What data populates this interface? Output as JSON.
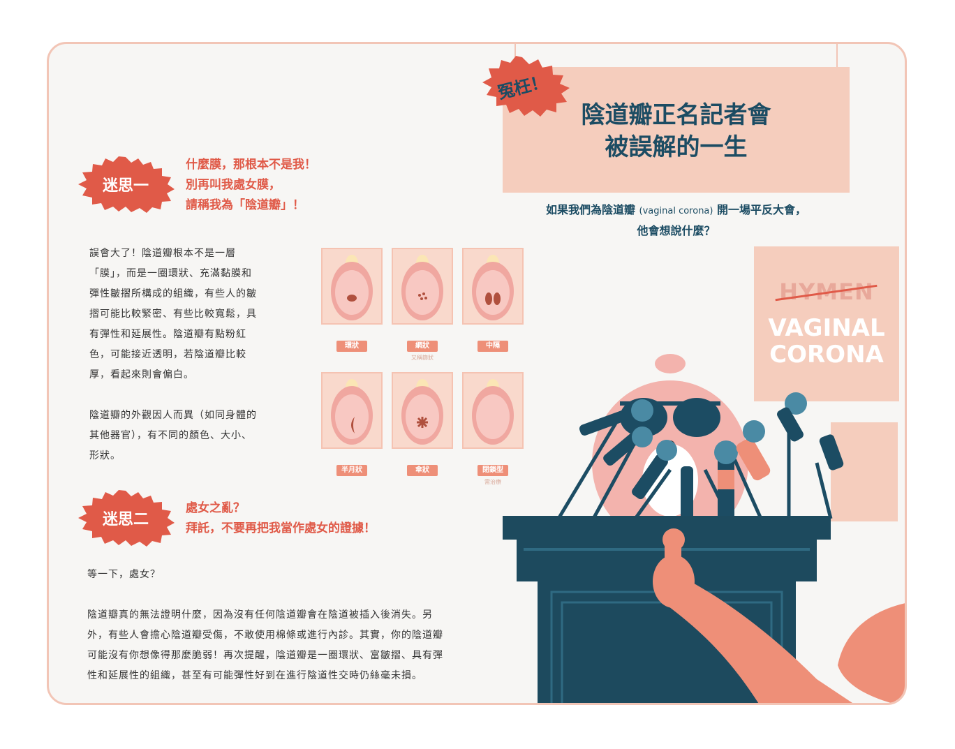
{
  "colors": {
    "accent_red": "#e05a48",
    "title_blue": "#1c4c63",
    "pink": "#f5cdbd",
    "salmon": "#ee8f78",
    "podium": "#1d4a5e"
  },
  "stamp": "冤枉！",
  "title": {
    "line1": "陰道瓣正名記者會",
    "line2": "被誤解的一生"
  },
  "subtitle": {
    "pre": "如果我們為陰道瓣",
    "en": "(vaginal corona)",
    "post": "開一場平反大會，",
    "line2": "他會想說什麼？"
  },
  "myth1": {
    "badge": "迷思一",
    "heading": [
      "什麼膜，那根本不是我！",
      "別再叫我處女膜，",
      "請稱我為「陰道瓣」！"
    ],
    "para1": [
      "誤會大了！陰道瓣根本不是一層",
      "「膜」，而是一圈環狀、充滿黏膜和",
      "彈性皺摺所構成的組織，有些人的皺",
      "摺可能比較緊密、有些比較寬鬆，具",
      "有彈性和延展性。陰道瓣有點粉紅",
      "色，可能接近透明，若陰道瓣比較",
      "厚，看起來則會偏白。"
    ],
    "para2": [
      "陰道瓣的外觀因人而異（如同身體的",
      "其他器官），有不同的顏色、大小、",
      "形狀。"
    ]
  },
  "diagram": {
    "row1": [
      {
        "label": "環狀",
        "note": ""
      },
      {
        "label": "網狀",
        "note": "又稱篩狀"
      },
      {
        "label": "中隔",
        "note": ""
      }
    ],
    "row2": [
      {
        "label": "半月狀",
        "note": ""
      },
      {
        "label": "傘狀",
        "note": ""
      },
      {
        "label": "閉鎖型",
        "note": "需治療"
      }
    ]
  },
  "myth2": {
    "badge": "迷思二",
    "heading": [
      "處女之亂？",
      "拜託，不要再把我當作處女的證據！"
    ],
    "intro": "等一下，處女？",
    "para": [
      "陰道瓣真的無法證明什麼，因為沒有任何陰道瓣會在陰道被插入後消失。另",
      "外，有些人會擔心陰道瓣受傷，不敢使用棉條或進行內診。其實，你的陰道瓣",
      "可能沒有你想像得那麼脆弱！再次提醒，陰道瓣是一圈環狀、富皺摺、具有彈",
      "性和延展性的組織，甚至有可能彈性好到在進行陰道性交時仍絲毫未損。"
    ]
  },
  "poster": {
    "struck": "HYMEN",
    "line1": "VAGINAL",
    "line2": "CORONA"
  }
}
